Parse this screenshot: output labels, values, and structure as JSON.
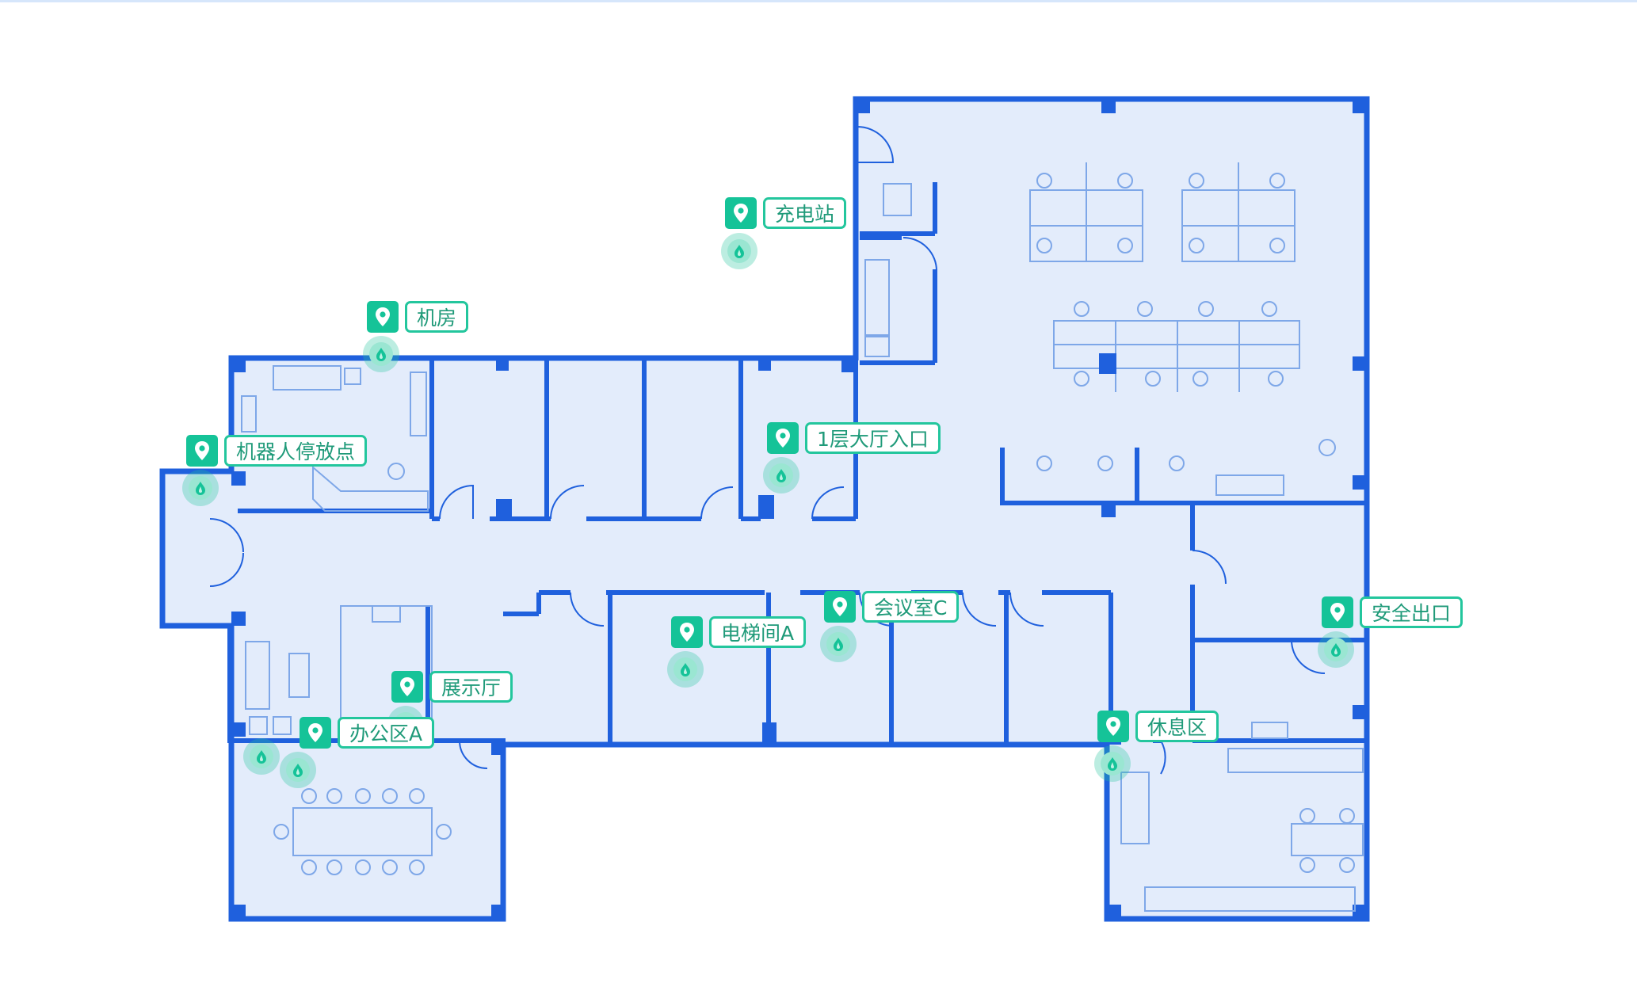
{
  "map": {
    "colors": {
      "wall": "#1f60dd",
      "floor": "#e3ecfb",
      "furniture": "#7ea7e8",
      "marker": "#15c398",
      "label_text": "#1f9a79"
    },
    "points": [
      {
        "id": "charging",
        "label": "充电站",
        "icon": "location-pin-icon"
      },
      {
        "id": "server-room",
        "label": "机房",
        "icon": "location-pin-icon"
      },
      {
        "id": "robot-parking",
        "label": "机器人停放点",
        "icon": "location-pin-icon"
      },
      {
        "id": "lobby-entrance",
        "label": "1层大厅入口",
        "icon": "location-pin-icon"
      },
      {
        "id": "meeting-room-c",
        "label": "会议室C",
        "icon": "location-pin-icon"
      },
      {
        "id": "elevator-a",
        "label": "电梯间A",
        "icon": "location-pin-icon"
      },
      {
        "id": "safety-exit",
        "label": "安全出口",
        "icon": "location-pin-icon"
      },
      {
        "id": "showroom",
        "label": "展示厅",
        "icon": "location-pin-icon"
      },
      {
        "id": "office-a",
        "label": "办公区A",
        "icon": "location-pin-icon"
      },
      {
        "id": "lounge",
        "label": "休息区",
        "icon": "location-pin-icon"
      }
    ],
    "extra_robot_markers": 1
  }
}
